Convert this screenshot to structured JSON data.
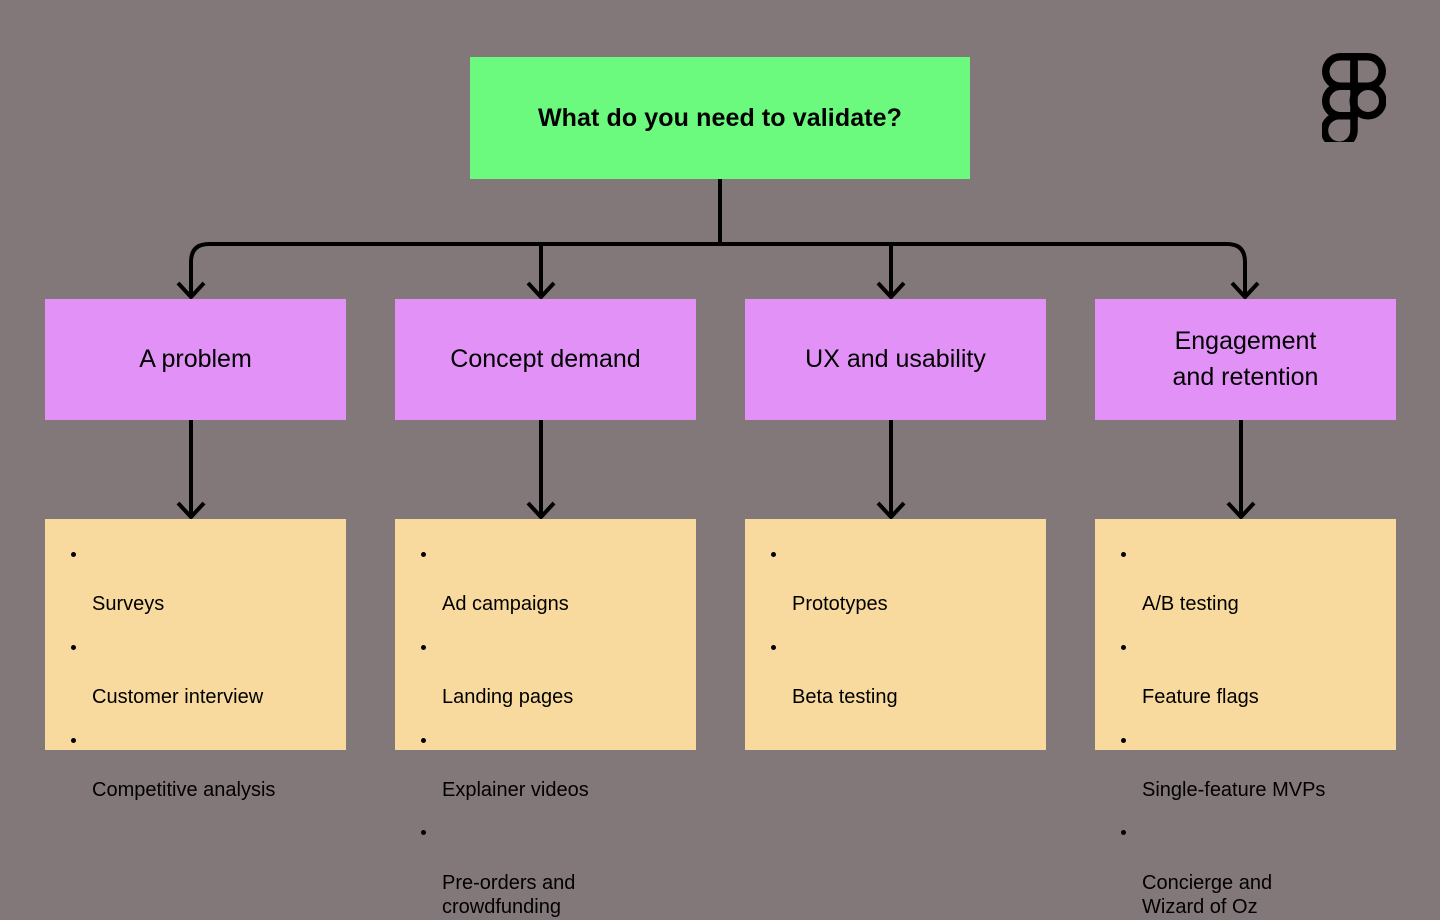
{
  "page": {
    "background_color": "#837879",
    "title_box_color": "#6BF97E",
    "category_box_color": "#E291F7",
    "list_box_color": "#F8DA9E",
    "line_color": "#000000"
  },
  "brand": {
    "logo_name": "figma-logo",
    "logo_label": "Figma"
  },
  "root": {
    "label": "What do you need to validate?"
  },
  "categories": [
    {
      "label": "A problem"
    },
    {
      "label": "Concept demand"
    },
    {
      "label": "UX and usability"
    },
    {
      "label": "Engagement\nand retention"
    }
  ],
  "lists": [
    {
      "items": [
        "Surveys",
        "Customer interview",
        "Competitive analysis"
      ]
    },
    {
      "items": [
        "Ad campaigns",
        "Landing pages",
        "Explainer videos",
        "Pre-orders and\ncrowdfunding"
      ]
    },
    {
      "items": [
        "Prototypes",
        "Beta testing"
      ]
    },
    {
      "items": [
        "A/B testing",
        "Feature flags",
        "Single-feature MVPs",
        "Concierge and\nWizard of Oz"
      ]
    }
  ]
}
